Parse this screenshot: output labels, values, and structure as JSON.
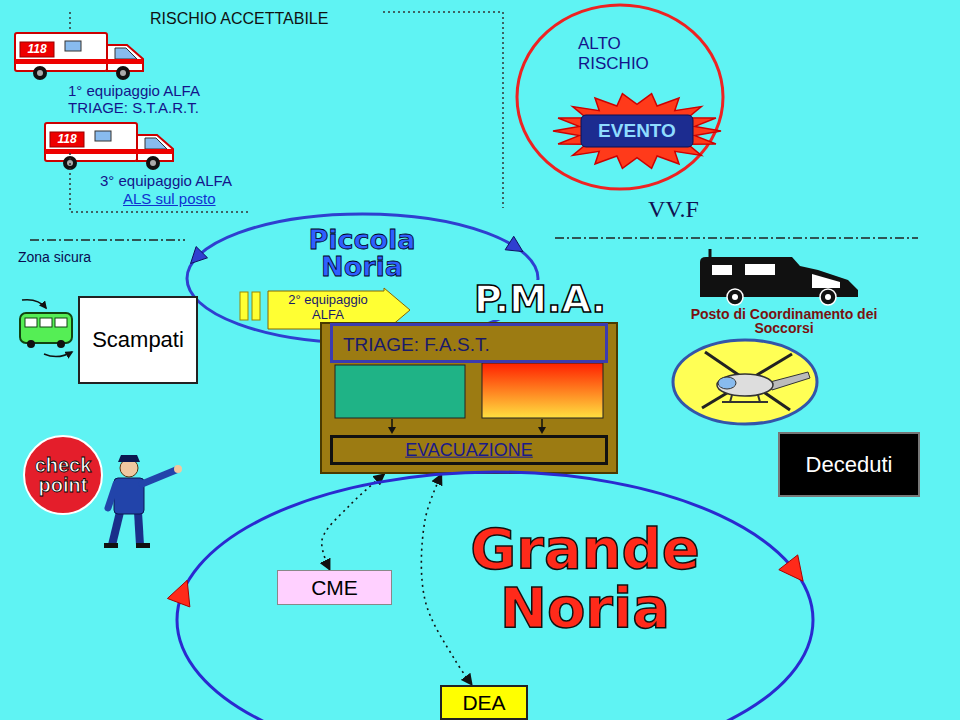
{
  "diagram": {
    "nodes": [
      {
        "text": [
          "RISCHIO ACCETTABILE",
          "1° equipaggio ALFA",
          "TRIAGE: S.T.A.R.T.",
          "3° equipaggio ALFA",
          "ALS sul posto"
        ]
      },
      {
        "text": [
          "ALTO RISCHIO"
        ]
      },
      {
        "text": [
          "EVENTO"
        ],
        "in": 1
      },
      {
        "text": [
          "Piccola Noria"
        ]
      },
      {
        "text": [
          "Scampati"
        ]
      },
      {
        "text": [
          "2° equipaggio ALFA"
        ]
      },
      {
        "text": [
          "P.M.A."
        ]
      },
      {
        "text": [
          "TRIAGE: F.A.S.T."
        ],
        "in": 6
      },
      {
        "text": [
          "EVACUAZIONE"
        ],
        "in": 6
      },
      {
        "text": [
          "Deceduti"
        ]
      },
      {
        "text": [
          "check point"
        ]
      },
      {
        "text": [
          "Grande Noria"
        ]
      },
      {
        "text": [
          "CME"
        ],
        "in": 11
      },
      {
        "text": [
          "DEA"
        ],
        "in": 11
      }
    ],
    "edges": [
      {
        "from": 6,
        "to": 12,
        "arrow": "both"
      },
      {
        "from": 6,
        "to": 13,
        "arrow": "both"
      }
    ],
    "labels": [
      "118",
      "118",
      "Zona sicura",
      "VV.F",
      "Posto di Coordinamento dei Soccorsi"
    ]
  }
}
